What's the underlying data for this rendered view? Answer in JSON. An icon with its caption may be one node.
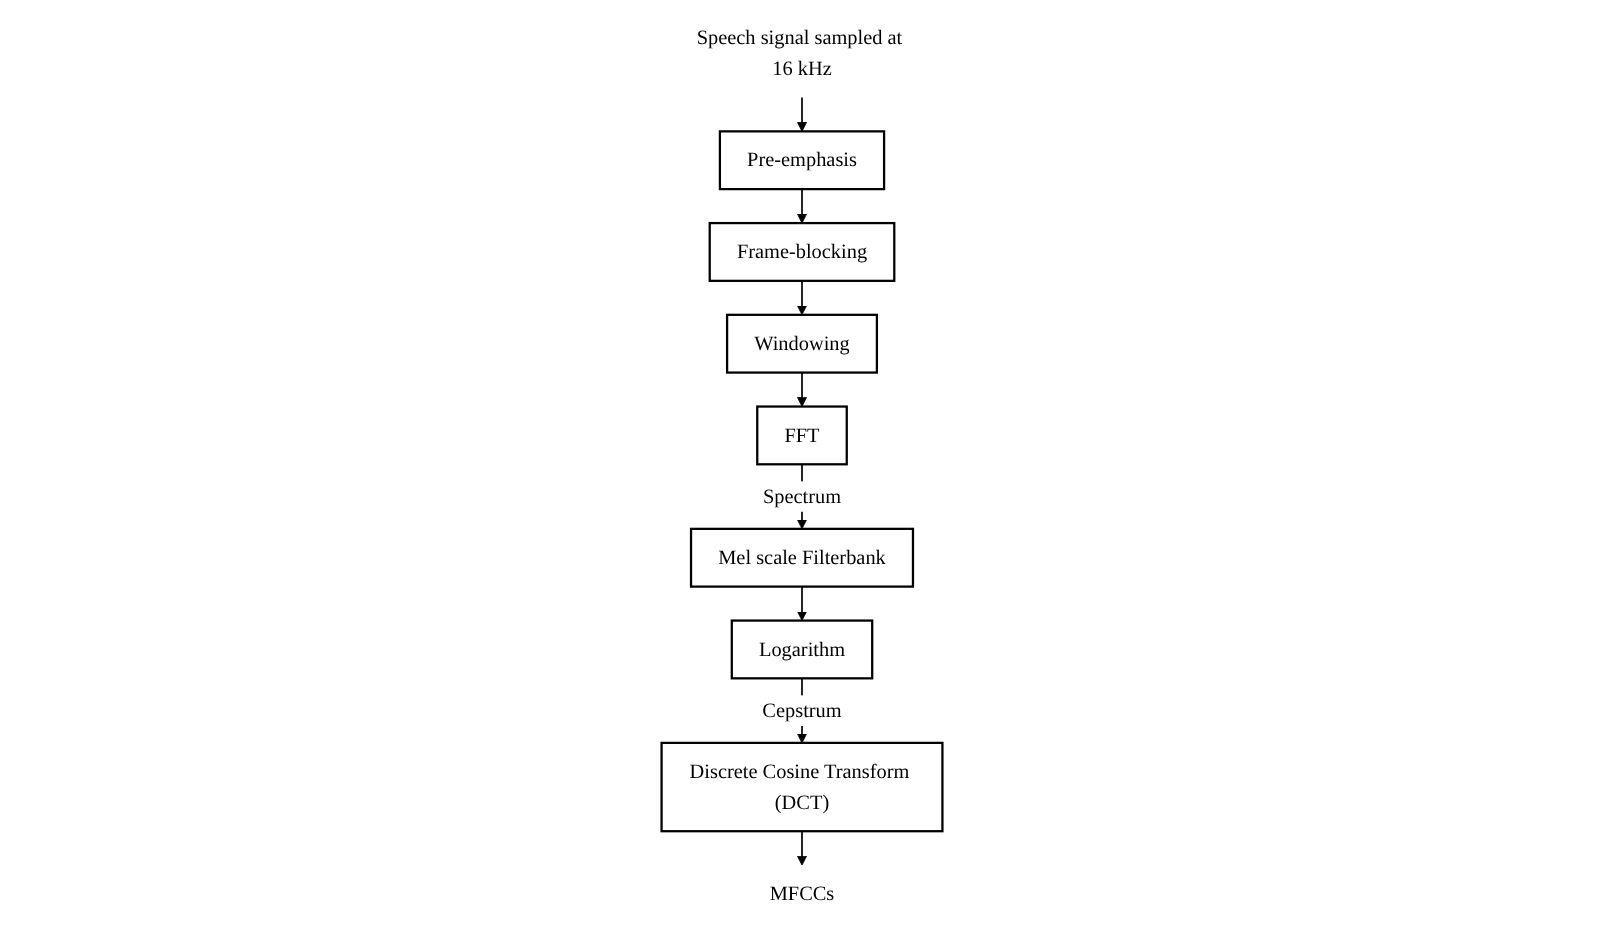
{
  "diagram": {
    "nodes": [
      {
        "text": [
          "Speech signal sampled at 16 kHz"
        ]
      },
      {
        "text": [
          "Pre-emphasis"
        ]
      },
      {
        "text": [
          "Frame-blocking"
        ]
      },
      {
        "text": [
          "Windowing"
        ]
      },
      {
        "text": [
          "FFT"
        ]
      },
      {
        "text": [
          "Mel scale Filterbank"
        ]
      },
      {
        "text": [
          "Logarithm"
        ]
      },
      {
        "text": [
          "Discrete Cosine Transform (DCT)"
        ]
      },
      {
        "text": [
          "MFCCs"
        ]
      }
    ],
    "edges": [
      {
        "from": 0,
        "to": 1,
        "arrow": "to"
      },
      {
        "from": 1,
        "to": 2,
        "arrow": "to"
      },
      {
        "from": 2,
        "to": 3,
        "arrow": "to"
      },
      {
        "from": 3,
        "to": 4,
        "arrow": "to"
      },
      {
        "from": 4,
        "to": 5,
        "arrow": "to",
        "label": "Spectrum"
      },
      {
        "from": 5,
        "to": 6,
        "arrow": "to"
      },
      {
        "from": 6,
        "to": 7,
        "arrow": "to",
        "label": "Cepstrum"
      },
      {
        "from": 7,
        "to": 8,
        "arrow": "to"
      }
    ]
  }
}
